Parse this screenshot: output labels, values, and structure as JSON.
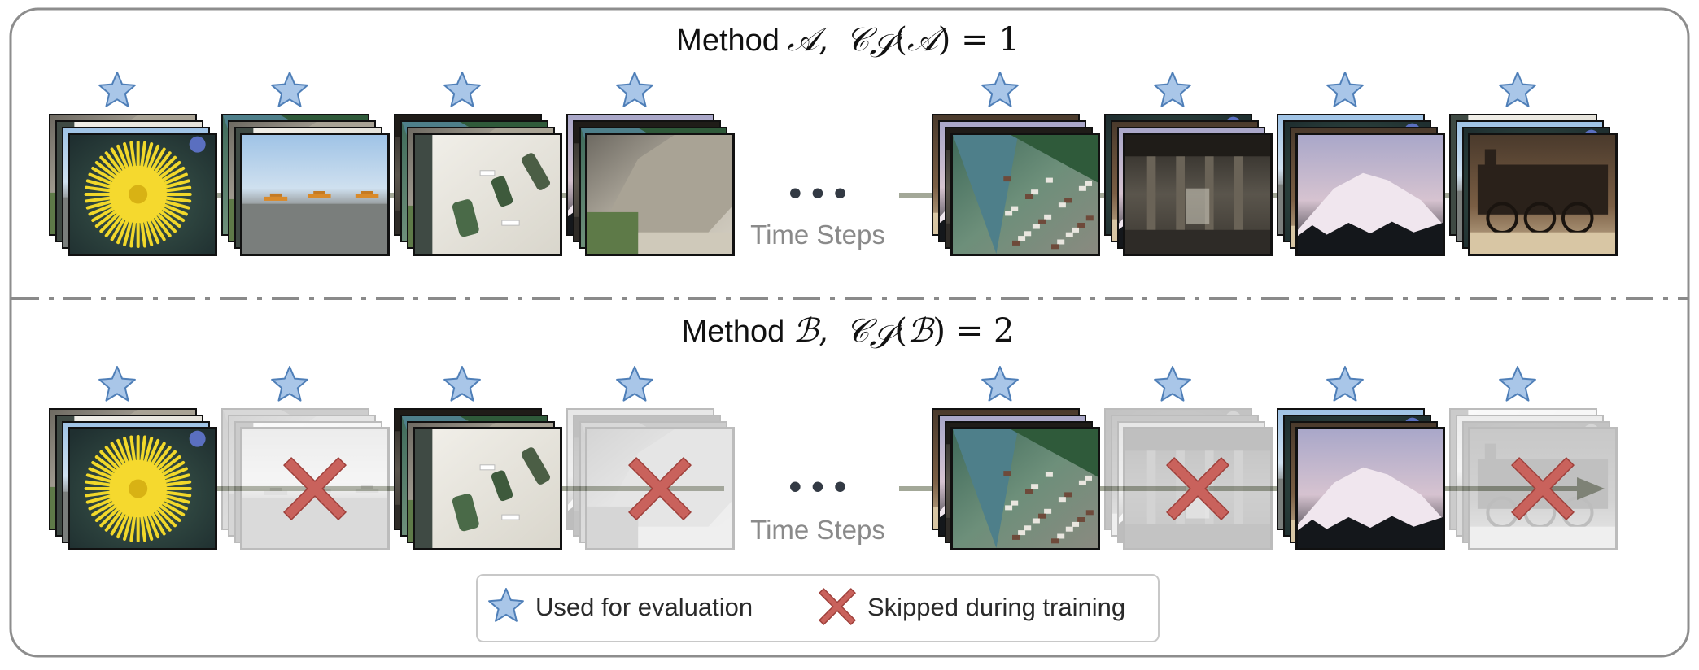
{
  "panels": [
    {
      "method_label": "Method",
      "method_symbol": "𝒜",
      "formula_prefix": "𝒞",
      "formula_subscript": "𝒮",
      "formula_arg": "𝒜",
      "formula_value": "1",
      "time_steps_label": "Time Steps",
      "ellipsis": "• • •",
      "steps": [
        {
          "scene": "dandelion",
          "evaluated": true,
          "skipped": false
        },
        {
          "scene": "airplanes",
          "evaluated": true,
          "skipped": false
        },
        {
          "scene": "museum",
          "evaluated": true,
          "skipped": false
        },
        {
          "scene": "cliff",
          "evaluated": true,
          "skipped": false
        },
        {
          "scene": "village",
          "evaluated": true,
          "skipped": false
        },
        {
          "scene": "bridge",
          "evaluated": true,
          "skipped": false
        },
        {
          "scene": "mountain",
          "evaluated": true,
          "skipped": false
        },
        {
          "scene": "train",
          "evaluated": true,
          "skipped": false
        }
      ]
    },
    {
      "method_label": "Method",
      "method_symbol": "ℬ",
      "formula_prefix": "𝒞",
      "formula_subscript": "𝒮",
      "formula_arg": "ℬ",
      "formula_value": "2",
      "time_steps_label": "Time Steps",
      "ellipsis": "• • •",
      "steps": [
        {
          "scene": "dandelion",
          "evaluated": true,
          "skipped": false
        },
        {
          "scene": "airplanes",
          "evaluated": true,
          "skipped": true
        },
        {
          "scene": "museum",
          "evaluated": true,
          "skipped": false
        },
        {
          "scene": "cliff",
          "evaluated": true,
          "skipped": true
        },
        {
          "scene": "village",
          "evaluated": true,
          "skipped": false
        },
        {
          "scene": "bridge",
          "evaluated": true,
          "skipped": true
        },
        {
          "scene": "mountain",
          "evaluated": true,
          "skipped": false
        },
        {
          "scene": "train",
          "evaluated": true,
          "skipped": true
        }
      ]
    }
  ],
  "legend": {
    "star_label": "Used for evaluation",
    "cross_label": "Skipped during training",
    "star_icon": "star-icon",
    "cross_icon": "cross-icon"
  },
  "colors": {
    "star_fill": "#a9c6e8",
    "star_stroke": "#4f7fb8",
    "cross_fill": "#c9625c",
    "arrow": "#a3a898",
    "frame": "#8d8d8d",
    "divider": "#8a8a8a"
  }
}
